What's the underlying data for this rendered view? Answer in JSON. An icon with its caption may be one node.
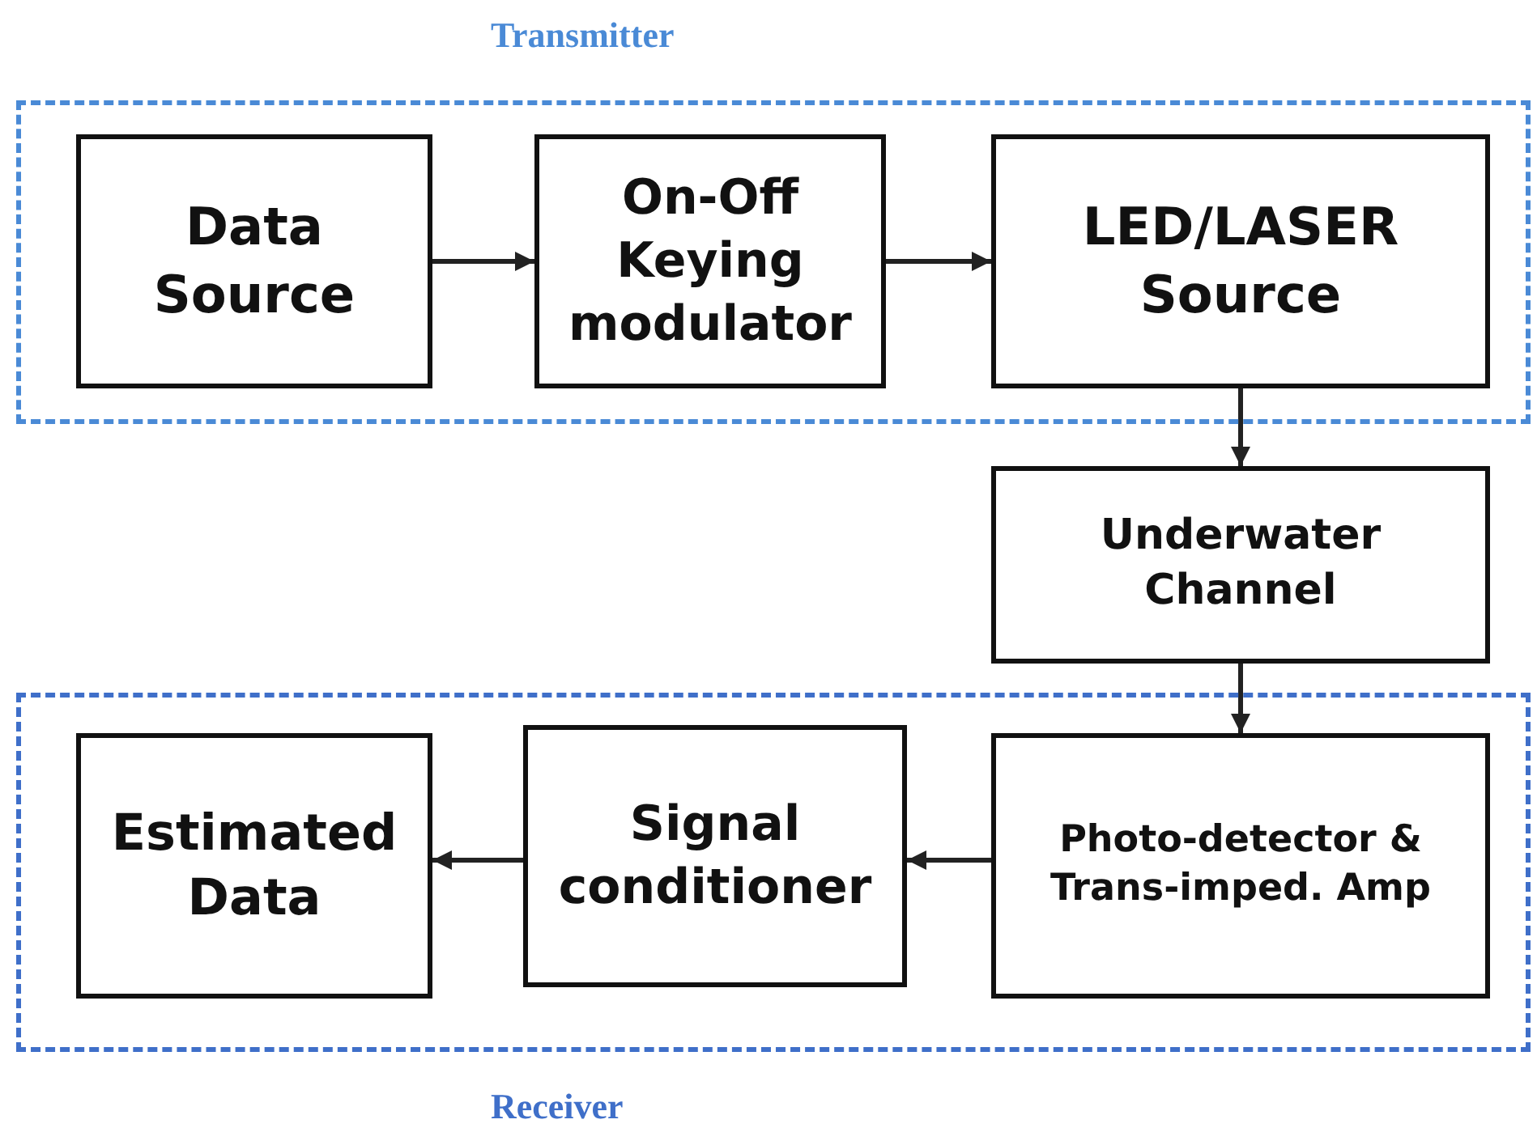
{
  "diagram": {
    "nodes": [
      {
        "text": [
          "Transmitter"
        ]
      },
      {
        "text": [
          "Data Source"
        ],
        "in": 0
      },
      {
        "text": [
          "On-Off Keying modulator"
        ],
        "in": 0
      },
      {
        "text": [
          "LED/LASER Source"
        ],
        "in": 0
      },
      {
        "text": [
          "Underwater Channel"
        ]
      },
      {
        "text": [
          "Receiver"
        ]
      },
      {
        "text": [
          "Photo-detector & Trans-imped. Amp"
        ],
        "in": 5
      },
      {
        "text": [
          "Signal conditioner"
        ],
        "in": 5
      },
      {
        "text": [
          "Estimated Data"
        ],
        "in": 5
      }
    ],
    "edges": [
      {
        "from": 1,
        "to": 2,
        "arrow": "to"
      },
      {
        "from": 2,
        "to": 3,
        "arrow": "to"
      },
      {
        "from": 3,
        "to": 4,
        "arrow": "to"
      },
      {
        "from": 4,
        "to": 6,
        "arrow": "to"
      },
      {
        "from": 6,
        "to": 7,
        "arrow": "to"
      },
      {
        "from": 7,
        "to": 8,
        "arrow": "to"
      }
    ]
  }
}
